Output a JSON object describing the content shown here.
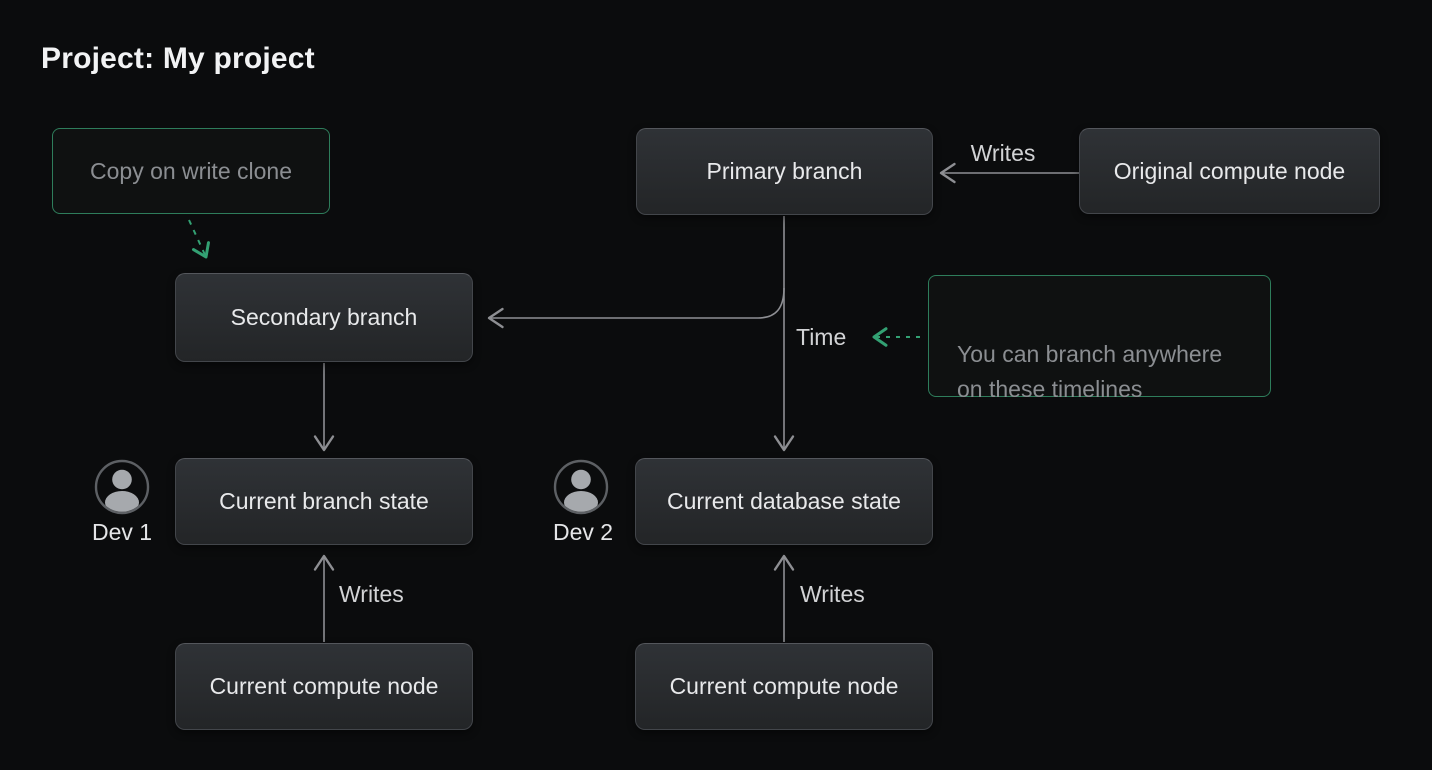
{
  "title": "Project: My project",
  "nodes": {
    "primary_branch": "Primary branch",
    "original_compute_node": "Original compute node",
    "secondary_branch": "Secondary branch",
    "current_branch_state": "Current branch state",
    "current_database_state": "Current database state",
    "current_compute_node_left": "Current compute node",
    "current_compute_node_right": "Current compute node"
  },
  "callouts": {
    "copy_on_write": "Copy on write clone",
    "branch_anywhere": "You can branch anywhere\non these timelines"
  },
  "edge_labels": {
    "writes_top": "Writes",
    "writes_left": "Writes",
    "writes_right": "Writes",
    "time": "Time"
  },
  "devs": {
    "dev1": "Dev 1",
    "dev2": "Dev 2"
  },
  "colors": {
    "background": "#0b0c0d",
    "node_background_top": "#2f3236",
    "node_background_bottom": "#232527",
    "node_border": "#43464b",
    "node_text": "#e8e9eb",
    "callout_border": "#2e7d5b",
    "callout_text": "#8b8e92",
    "green_accent": "#33a173",
    "line_gray": "#8e8f93",
    "label_text": "#d2d3d5"
  }
}
